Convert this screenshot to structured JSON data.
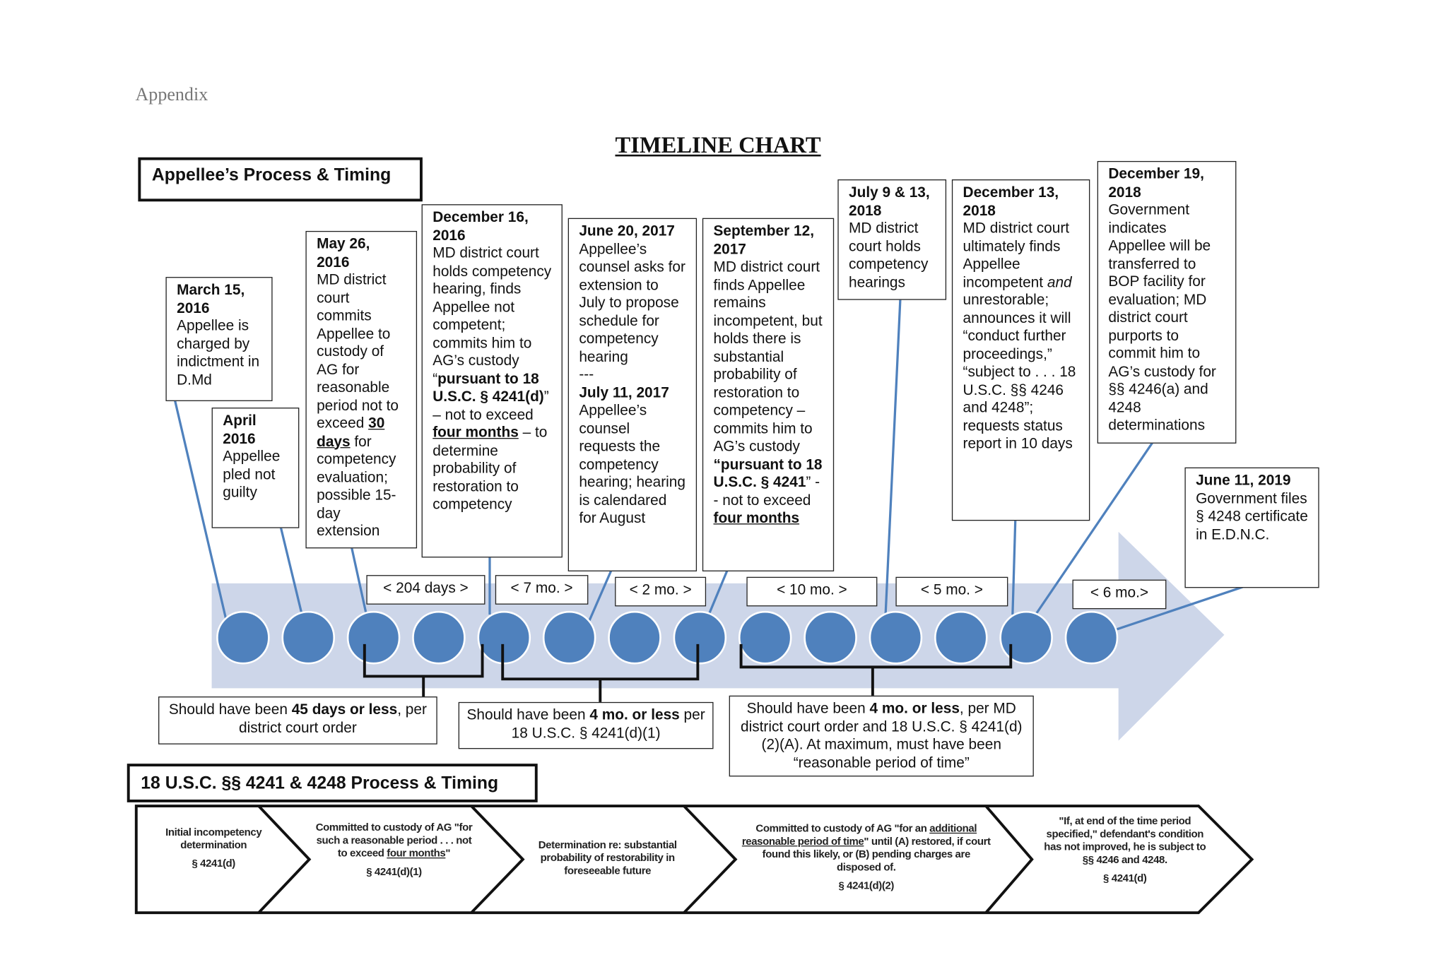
{
  "page": {
    "label": "Appendix",
    "title": "TIMELINE CHART"
  },
  "colors": {
    "arrow": "#cdd6e9",
    "dot": "#4f81bd",
    "line": "#4f81bd"
  },
  "process_header": "Appellee’s Process & Timing",
  "events": [
    {
      "date": "March 15, 2016",
      "body": [
        {
          "t": "Appellee is charged by indictment in D.Md"
        }
      ]
    },
    {
      "date": "April 2016",
      "body": [
        {
          "t": "Appellee pled not guilty"
        }
      ]
    },
    {
      "date": "May 26, 2016",
      "body": [
        {
          "t": "MD district court commits Appellee to custody of AG for reasonable period not to exceed "
        },
        {
          "t": "30 days",
          "b": true,
          "u": true
        },
        {
          "t": " for competency evaluation; possible 15-day extension"
        }
      ]
    },
    {
      "date": "December 16, 2016",
      "body": [
        {
          "t": "MD district court holds competency hearing, finds Appellee not competent; commits him to AG’s custody “"
        },
        {
          "t": "pursuant to 18 U.S.C. § 4241(d)",
          "b": true
        },
        {
          "t": "” – not to exceed "
        },
        {
          "t": "four months",
          "b": true,
          "u": true
        },
        {
          "t": " – to determine probability of restoration to competency"
        }
      ]
    },
    {
      "date": "June 20, 2017",
      "body": [
        {
          "t": "Appellee’s counsel asks for extension to July to propose schedule for competency hearing"
        },
        {
          "br": true
        },
        {
          "t": "---"
        },
        {
          "br": true
        },
        {
          "t": "July 11, 2017",
          "b": true
        },
        {
          "br": true
        },
        {
          "t": "Appellee’s counsel requests the competency hearing; hearing is calendared for August"
        }
      ]
    },
    {
      "date": "September 12, 2017",
      "body": [
        {
          "t": "MD district court finds Appellee remains incompetent, but holds there is substantial probability of restoration to competency – commits him to AG’s custody "
        },
        {
          "t": "“pursuant to 18 U.S.C. § 4241",
          "b": true
        },
        {
          "t": "” -- not to exceed "
        },
        {
          "t": "four months",
          "b": true,
          "u": true
        }
      ]
    },
    {
      "date": "July 9 & 13, 2018",
      "body": [
        {
          "t": "MD district court holds competency hearings"
        }
      ]
    },
    {
      "date": "December 13, 2018",
      "body": [
        {
          "t": "MD district court ultimately finds Appellee incompetent "
        },
        {
          "t": "and",
          "i": true
        },
        {
          "t": " unrestorable; announces it will “conduct further proceedings,” “subject to . . . 18 U.S.C. §§ 4246 and 4248”; requests status report in 10 days"
        }
      ]
    },
    {
      "date": "December 19, 2018",
      "body": [
        {
          "t": "Government indicates Appellee will be transferred to BOP facility for evaluation; MD district court purports to commit him to AG’s custody for §§ 4246(a) and 4248 determinations"
        }
      ]
    },
    {
      "date": "June 11, 2019",
      "body": [
        {
          "t": "Government files § 4248 certificate in E.D.N.C."
        }
      ]
    }
  ],
  "durations": [
    "< 204 days >",
    "< 7 mo. >",
    "< 2 mo. >",
    "< 10 mo. >",
    "< 5 mo. >",
    "< 6 mo.>"
  ],
  "timeline_dot_count": 14,
  "notes": [
    [
      {
        "t": "Should have been "
      },
      {
        "t": "45 days or less",
        "b": true
      },
      {
        "t": ", per district court order"
      }
    ],
    [
      {
        "t": "Should have been "
      },
      {
        "t": "4 mo. or less",
        "b": true
      },
      {
        "t": " per 18 U.S.C. § 4241(d)(1)"
      }
    ],
    [
      {
        "t": "Should have been "
      },
      {
        "t": "4 mo. or less",
        "b": true
      },
      {
        "t": ", per MD district court order and 18 U.S.C. § 4241(d)(2)(A). At maximum, must have been “reasonable period of time”"
      }
    ]
  ],
  "statute_header": "18 U.S.C. §§ 4241 & 4248 Process & Timing",
  "steps": [
    {
      "text": [
        {
          "t": "Initial incompetency determination"
        }
      ],
      "cite": "§ 4241(d)"
    },
    {
      "text": [
        {
          "t": "Committed to custody of AG \"for such a reasonable period . . . not to exceed "
        },
        {
          "t": "four months",
          "u": true
        },
        {
          "t": "\""
        }
      ],
      "cite": "§ 4241(d)(1)"
    },
    {
      "text": [
        {
          "t": "Determination re: substantial probability of restorability in foreseeable future"
        }
      ],
      "cite": null
    },
    {
      "text": [
        {
          "t": "Committed to custody of AG \"for an "
        },
        {
          "t": "additional reasonable period of time",
          "u": true
        },
        {
          "t": "\" until (A) restored, if court found this likely, or (B) pending charges are disposed of."
        }
      ],
      "cite": "§ 4241(d)(2)"
    },
    {
      "text": [
        {
          "t": "\"If, at end of the time period specified,\" defendant's condition has not improved, he is subject to §§  4246 and 4248."
        }
      ],
      "cite": "§ 4241(d)"
    }
  ]
}
